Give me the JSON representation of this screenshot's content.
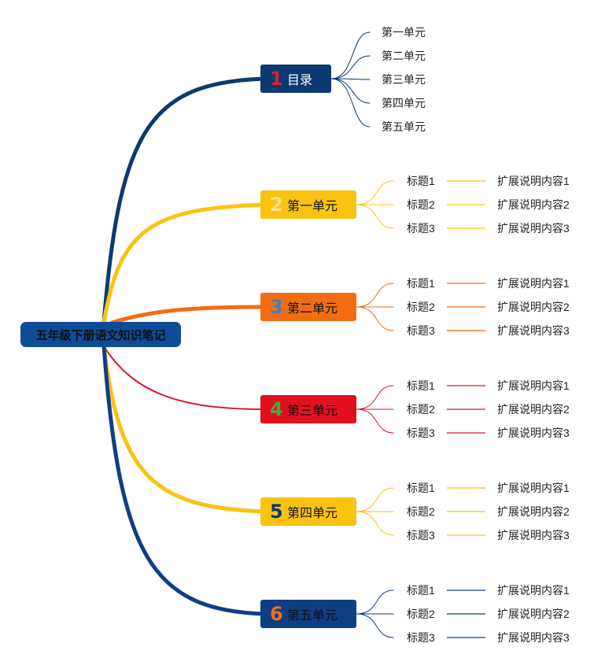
{
  "root": {
    "label": "五年级下册语文知识笔记",
    "color": "#0e4c98"
  },
  "branches": [
    {
      "number": "1",
      "label": "目录",
      "color": "#0b3a70",
      "num_color": "#d8202f",
      "line_color": "#0b3a70",
      "children": [
        "第一单元",
        "第二单元",
        "第三单元",
        "第四单元",
        "第五单元"
      ]
    },
    {
      "number": "2",
      "label": "第一单元",
      "color": "#fac312",
      "num_color": "#fde58a",
      "line_color": "#fac312",
      "children": [
        {
          "title": "标题1",
          "detail": "扩展说明内容1"
        },
        {
          "title": "标题2",
          "detail": "扩展说明内容2"
        },
        {
          "title": "标题3",
          "detail": "扩展说明内容3"
        }
      ]
    },
    {
      "number": "3",
      "label": "第二单元",
      "color": "#f26d12",
      "num_color": "#2f86c6",
      "line_color": "#f26d12",
      "children": [
        {
          "title": "标题1",
          "detail": "扩展说明内容1"
        },
        {
          "title": "标题2",
          "detail": "扩展说明内容2"
        },
        {
          "title": "标题3",
          "detail": "扩展说明内容3"
        }
      ]
    },
    {
      "number": "4",
      "label": "第三单元",
      "color": "#e2101f",
      "num_color": "#3fae3a",
      "line_color": "#d2192c",
      "children": [
        {
          "title": "标题1",
          "detail": "扩展说明内容1"
        },
        {
          "title": "标题2",
          "detail": "扩展说明内容2"
        },
        {
          "title": "标题3",
          "detail": "扩展说明内容3"
        }
      ]
    },
    {
      "number": "5",
      "label": "第四单元",
      "color": "#fac312",
      "num_color": "#0b3a70",
      "line_color": "#fac312",
      "children": [
        {
          "title": "标题1",
          "detail": "扩展说明内容1"
        },
        {
          "title": "标题2",
          "detail": "扩展说明内容2"
        },
        {
          "title": "标题3",
          "detail": "扩展说明内容3"
        }
      ]
    },
    {
      "number": "6",
      "label": "第五单元",
      "color": "#0e3f85",
      "num_color": "#f26d12",
      "line_color": "#0e3f85",
      "children": [
        {
          "title": "标题1",
          "detail": "扩展说明内容1"
        },
        {
          "title": "标题2",
          "detail": "扩展说明内容2"
        },
        {
          "title": "标题3",
          "detail": "扩展说明内容3"
        }
      ]
    }
  ]
}
